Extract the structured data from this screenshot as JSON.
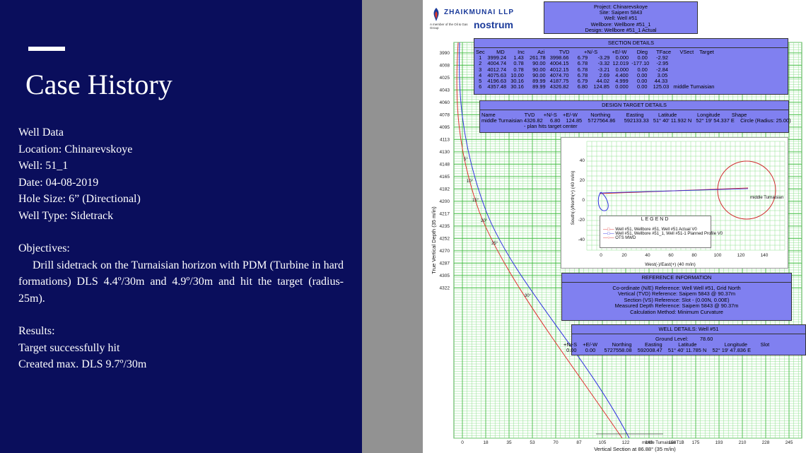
{
  "slide": {
    "title": "Case History",
    "well_data": [
      "Well Data",
      "Location: Chinarevskoye",
      "Well: 51_1",
      "Date: 04-08-2019",
      "Hole Size: 6” (Directional)",
      "Well Type: Sidetrack"
    ],
    "objectives_heading": "Objectives:",
    "objectives_text": "Drill sidetrack on the Turnaisian horizon with PDM (Turbine in hard formations) DLS 4.4º/30m and  4.9º/30m and hit the target (radius-25m).",
    "results_heading": "Results:",
    "results": [
      "Target successfully hit",
      "Created max. DLS 9.7º/30m"
    ]
  },
  "doc": {
    "logo": {
      "brand": "ZHAIKMUNAI LLP",
      "sub": "A member of the Oil & Gas Group",
      "name": "nostrum"
    },
    "project": [
      "Project: Chinarevskoye",
      "Site: Saipem 5843",
      "Well: Well #51",
      "Wellbore: Wellbore #51_1",
      "Design: Wellbore #51_1 Actual"
    ],
    "section_details": {
      "title": "SECTION DETAILS",
      "header": "Sec        MD         Inc         Azi          TVD          +N/-S          +E/-W       Dleg      TFace      VSect    Target",
      "rows": [
        "  1    3999.24     1.43    261.78   3998.66      6.79       -3.29    0.000      0.00      -2.92",
        "  2    4004.74     0.78      90.00   4004.15      6.78       -3.32  12.019  -177.10     -2.95",
        "  3    4012.74     0.78      90.00   4012.15      6.78       -3.21    0.000      0.00      -2.84",
        "  4    4075.63   10.00      90.00   4074.70      6.78        2.69    4.400      0.00       3.05",
        "  5    4196.63   30.16      89.99   4187.75      6.79      44.02    4.999      0.00     44.33",
        "  6    4357.48   30.16      89.99   4326.82      6.80    124.85    0.000      0.00    125.03   middle Turnaisian"
      ]
    },
    "design_target": {
      "title": "DESIGN TARGET DETAILS",
      "header": "Name                    TVD      +N/-S    +E/-W         Northing           Easting          Latitude              Longitude        Shape",
      "row": "middle Turnaisian 4326.82     6.80    124.85    5727564.86      592133.33   51° 40' 11.932 N   52° 19' 54.337 E    Circle (Radius: 25.00)",
      "note": "- plan hits target center"
    },
    "reference": {
      "title": "REFERENCE INFORMATION",
      "lines": [
        "Co-ordinate (N/E) Reference:  Well Well #51, Grid North",
        "Vertical (TVD) Reference:  Saipem 5843 @ 90.37m",
        "Section (VS) Reference:  Slot - (0.00N, 0.00E)",
        "Measured Depth Reference:  Saipem 5843 @ 90.37m",
        "Calculation Method:  Minimum Curvature"
      ]
    },
    "well_details": {
      "title": "WELL DETAILS: Well #51",
      "ground": "Ground Level:        78.60",
      "header": "+N/-S    +E/-W          Northing         Easting           Latitude                   Longitude         Slot",
      "row": "  0.00      0.00      5727558.08    592008.47    51° 40' 11.785 N    52° 19' 47.836 E"
    },
    "legend": {
      "title": "LEGEND",
      "items": [
        "Well #51, Wellbore #51, Well #51 Actual V0",
        "Well #51, Wellbore #51_1, Well #51-1 Planned Profile V0",
        "OTS MWD"
      ],
      "colors": [
        "#e03030",
        "#3030e0",
        "#e03030"
      ]
    },
    "plan_view": {
      "ylabel": "South(-)/North(+) (40 m/in)",
      "xlabel": "West(-)/East(+) (40 m/in)",
      "y_ticks": [
        "40",
        "20",
        "0",
        "-20",
        "-40"
      ],
      "x_ticks": [
        "0",
        "20",
        "40",
        "60",
        "80",
        "100",
        "120",
        "140"
      ],
      "target_label": "middle Turnaisian"
    },
    "section_view": {
      "ylabel": "True Vertical Depth (35 m/in)",
      "xlabel": "Vertical Section at 86.88° (35 m/in)",
      "y_ticks": [
        "3990",
        "4008",
        "4025",
        "4043",
        "4060",
        "4078",
        "4095",
        "4113",
        "4130",
        "4148",
        "4165",
        "4182",
        "4200",
        "4217",
        "4235",
        "4252",
        "4270",
        "4287",
        "4305",
        "4322"
      ],
      "x_ticks": [
        "0",
        "18",
        "35",
        "53",
        "70",
        "87",
        "105",
        "122",
        "140",
        "158",
        "175",
        "193",
        "210",
        "228",
        "245"
      ],
      "inc_labels": [
        "5°",
        "10°",
        "15°",
        "20°",
        "25°",
        "30°"
      ],
      "target_label": "middle Turnaisian T1B",
      "curve_colors": {
        "planned": "#3030e0",
        "actual": "#e03030"
      }
    }
  }
}
